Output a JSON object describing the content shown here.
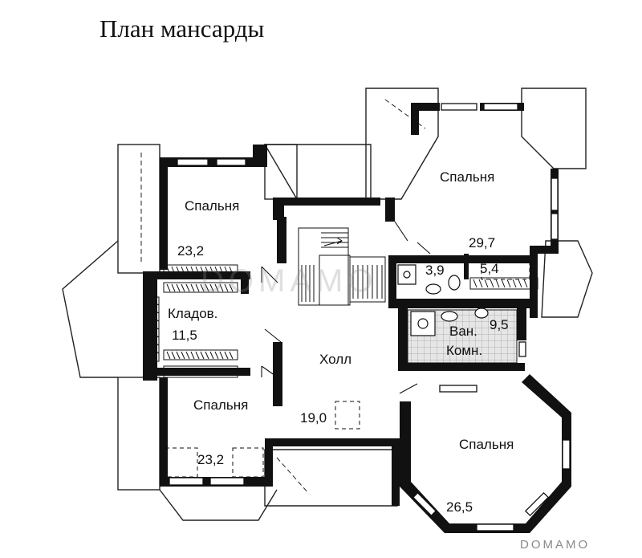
{
  "title": "План мансарды",
  "watermark": "DOMAMO",
  "rooms": {
    "bedroom_top_left": {
      "name": "Спальня",
      "area": "23,2"
    },
    "bedroom_top_right": {
      "name": "Спальня",
      "area": "29,7"
    },
    "bedroom_bottom_left": {
      "name": "Спальня",
      "area": "23,2"
    },
    "bedroom_bottom_right": {
      "name": "Спальня",
      "area": "26,5"
    },
    "storage": {
      "name": "Кладов.",
      "area": "11,5"
    },
    "hall": {
      "name": "Холл",
      "area": "19,0"
    },
    "bathroom": {
      "name_line1": "Ван.",
      "name_line2": "Комн.",
      "area": "9,5"
    },
    "wc": {
      "area": "3,9"
    },
    "closet": {
      "area": "5,4"
    }
  }
}
